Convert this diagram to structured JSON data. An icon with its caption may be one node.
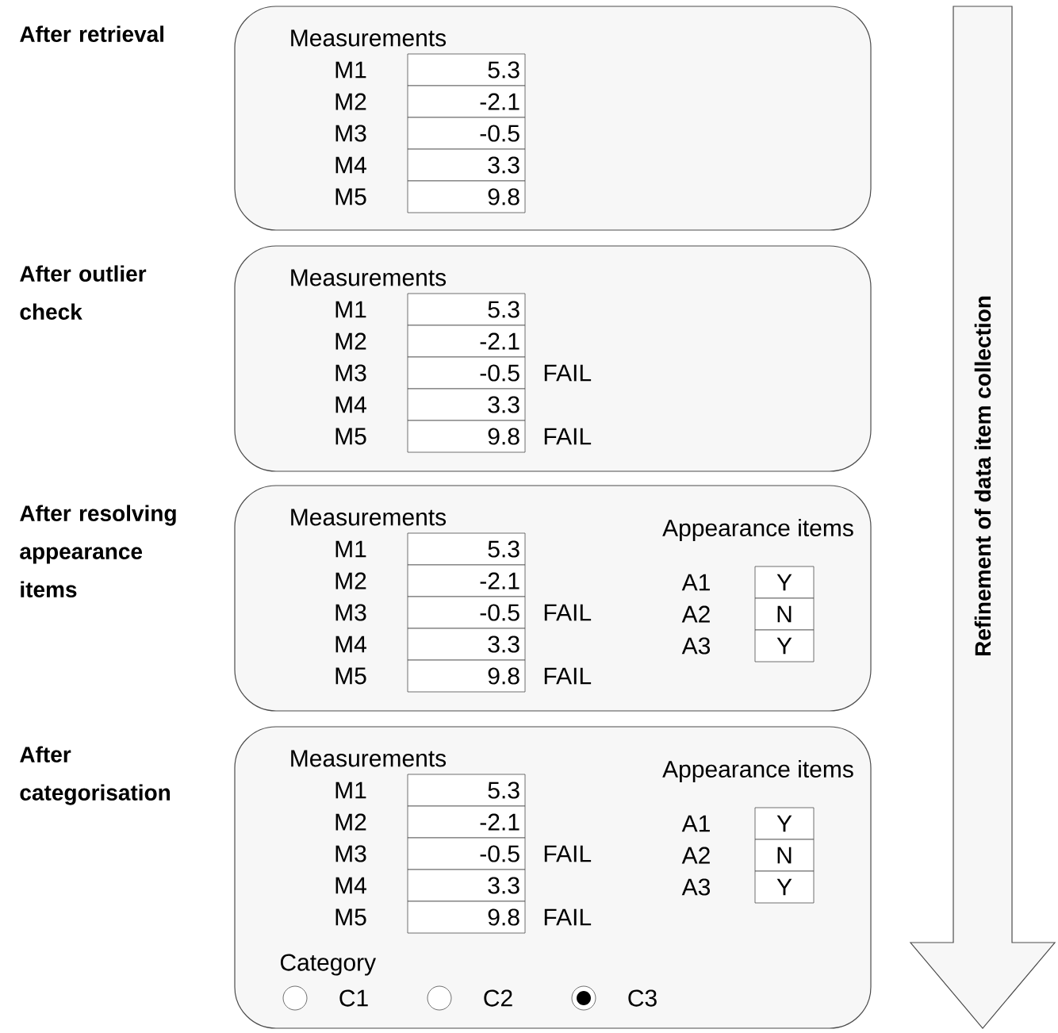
{
  "diagram": {
    "nodes": [
      {
        "text": [
          "After retrieval",
          "Measurements"
        ]
      },
      {
        "text": [
          "5.3"
        ],
        "in": 0,
        "beside": [
          "M1"
        ]
      },
      {
        "text": [
          "-2.1"
        ],
        "in": 0,
        "beside": [
          "M2"
        ]
      },
      {
        "text": [
          "-0.5"
        ],
        "in": 0,
        "beside": [
          "M3"
        ]
      },
      {
        "text": [
          "3.3"
        ],
        "in": 0,
        "beside": [
          "M4"
        ]
      },
      {
        "text": [
          "9.8"
        ],
        "in": 0,
        "beside": [
          "M5"
        ]
      },
      {
        "text": [
          "After outlier check",
          "Measurements"
        ]
      },
      {
        "text": [
          "5.3"
        ],
        "in": 6,
        "beside": [
          "M1"
        ]
      },
      {
        "text": [
          "-2.1"
        ],
        "in": 6,
        "beside": [
          "M2"
        ]
      },
      {
        "text": [
          "-0.5"
        ],
        "in": 6,
        "beside": [
          "M3",
          "FAIL"
        ]
      },
      {
        "text": [
          "3.3"
        ],
        "in": 6,
        "beside": [
          "M4"
        ]
      },
      {
        "text": [
          "9.8"
        ],
        "in": 6,
        "beside": [
          "M5",
          "FAIL"
        ]
      },
      {
        "text": [
          "After resolving appearance items",
          "Measurements",
          "Appearance items"
        ]
      },
      {
        "text": [
          "5.3"
        ],
        "in": 12,
        "beside": [
          "M1"
        ]
      },
      {
        "text": [
          "-2.1"
        ],
        "in": 12,
        "beside": [
          "M2"
        ]
      },
      {
        "text": [
          "-0.5"
        ],
        "in": 12,
        "beside": [
          "M3",
          "FAIL"
        ]
      },
      {
        "text": [
          "3.3"
        ],
        "in": 12,
        "beside": [
          "M4"
        ]
      },
      {
        "text": [
          "9.8"
        ],
        "in": 12,
        "beside": [
          "M5",
          "FAIL"
        ]
      },
      {
        "text": [
          "Y"
        ],
        "in": 12,
        "beside": [
          "A1"
        ]
      },
      {
        "text": [
          "N"
        ],
        "in": 12,
        "beside": [
          "A2"
        ]
      },
      {
        "text": [
          "Y"
        ],
        "in": 12,
        "beside": [
          "A3"
        ]
      },
      {
        "text": [
          "After categorisation",
          "Measurements",
          "Appearance items",
          "Category"
        ]
      },
      {
        "text": [
          "5.3"
        ],
        "in": 21,
        "beside": [
          "M1"
        ]
      },
      {
        "text": [
          "-2.1"
        ],
        "in": 21,
        "beside": [
          "M2"
        ]
      },
      {
        "text": [
          "-0.5"
        ],
        "in": 21,
        "beside": [
          "M3",
          "FAIL"
        ]
      },
      {
        "text": [
          "3.3"
        ],
        "in": 21,
        "beside": [
          "M4"
        ]
      },
      {
        "text": [
          "9.8"
        ],
        "in": 21,
        "beside": [
          "M5",
          "FAIL"
        ]
      },
      {
        "text": [
          "Y"
        ],
        "in": 21,
        "beside": [
          "A1"
        ]
      },
      {
        "text": [
          "N"
        ],
        "in": 21,
        "beside": [
          "A2"
        ]
      },
      {
        "text": [
          "Y"
        ],
        "in": 21,
        "beside": [
          "A3"
        ]
      },
      {
        "text": [],
        "shape": "circle",
        "in": 21,
        "beside": [
          "C1"
        ]
      },
      {
        "text": [],
        "shape": "circle",
        "in": 21,
        "beside": [
          "C2"
        ]
      },
      {
        "text": [],
        "shape": "dot",
        "in": 21,
        "beside": [
          "C3"
        ]
      },
      {
        "text": [
          "Refinement of data item collection"
        ]
      }
    ]
  }
}
